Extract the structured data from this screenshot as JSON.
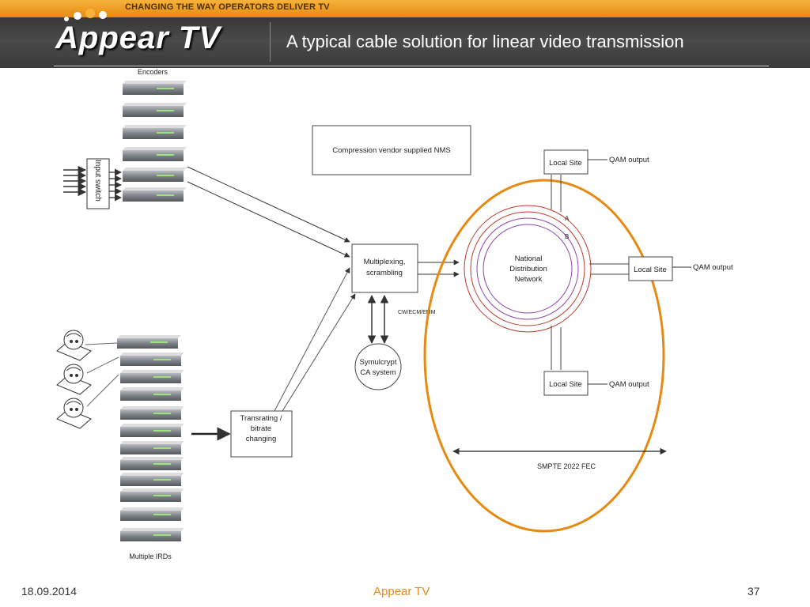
{
  "header": {
    "tagline": "CHANGING THE WAY OPERATORS DELIVER TV",
    "logo_text": "Appear TV",
    "title": "A typical cable solution for linear video transmission"
  },
  "diagram": {
    "encoders_label": "Encoders",
    "input_switch_label": "Input switch",
    "irds_label": "Multiple IRDs",
    "nms_label": "Compression vendor supplied NMS",
    "mux_label_1": "Multiplexing,",
    "mux_label_2": "scrambling",
    "cw_label": "CW/ECM/EMM",
    "ca_label_1": "Symulcrypt",
    "ca_label_2": "CA system",
    "transrating_label_1": "Transrating /",
    "transrating_label_2": "bitrate",
    "transrating_label_3": "changing",
    "network_label_1": "National",
    "network_label_2": "Distribution",
    "network_label_3": "Network",
    "ring_a": "A",
    "ring_b": "B",
    "site_top": "Local Site",
    "site_right": "Local Site",
    "site_bottom": "Local Site",
    "qam_top": "QAM output",
    "qam_right": "QAM output",
    "qam_bottom": "QAM output",
    "fec_label": "SMPTE 2022 FEC"
  },
  "footer": {
    "date": "18.09.2014",
    "brand": "Appear TV",
    "page": "37"
  },
  "colors": {
    "orange": "#e58a12",
    "ring_red": "#c0392b",
    "ring_purple": "#8e44ad"
  }
}
